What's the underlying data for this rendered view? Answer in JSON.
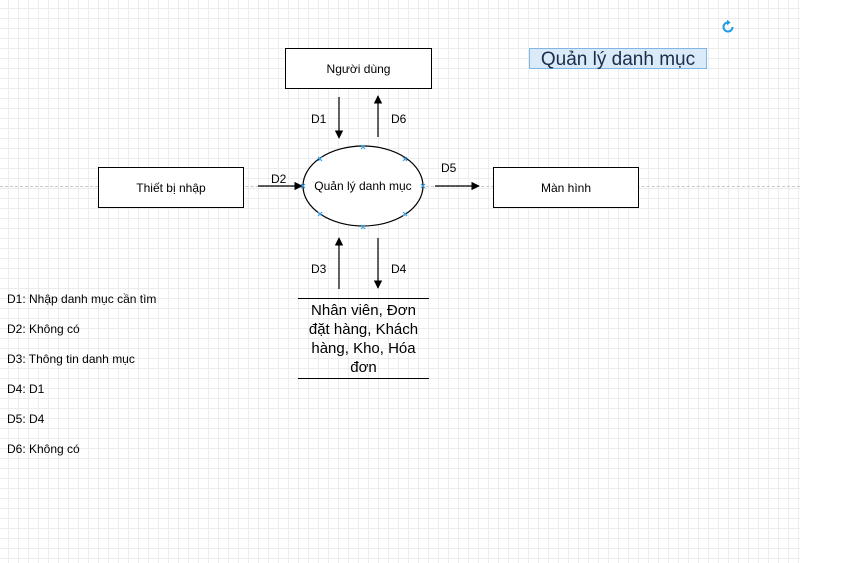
{
  "title": "Quản lý danh mục",
  "entities": {
    "user": "Người dùng",
    "input_device": "Thiết bị nhập",
    "screen": "Màn hình"
  },
  "process": "Quản lý danh mục",
  "datastore": "Nhân viên, Đơn đặt hàng, Khách hàng, Kho, Hóa đơn",
  "flows": {
    "d1": "D1",
    "d2": "D2",
    "d3": "D3",
    "d4": "D4",
    "d5": "D5",
    "d6": "D6"
  },
  "legend": [
    "D1: Nhập danh mục cần tìm",
    "D2: Không có",
    "D3: Thông tin danh mục",
    "D4: D1",
    "D5: D4",
    "D6: Không có"
  ],
  "colors": {
    "title_bg": "#dbeaf8",
    "title_border": "#7fb6e6",
    "handle": "#3aa0e8",
    "refresh": "#1e9be3"
  },
  "icons": {
    "refresh": "refresh-icon"
  }
}
